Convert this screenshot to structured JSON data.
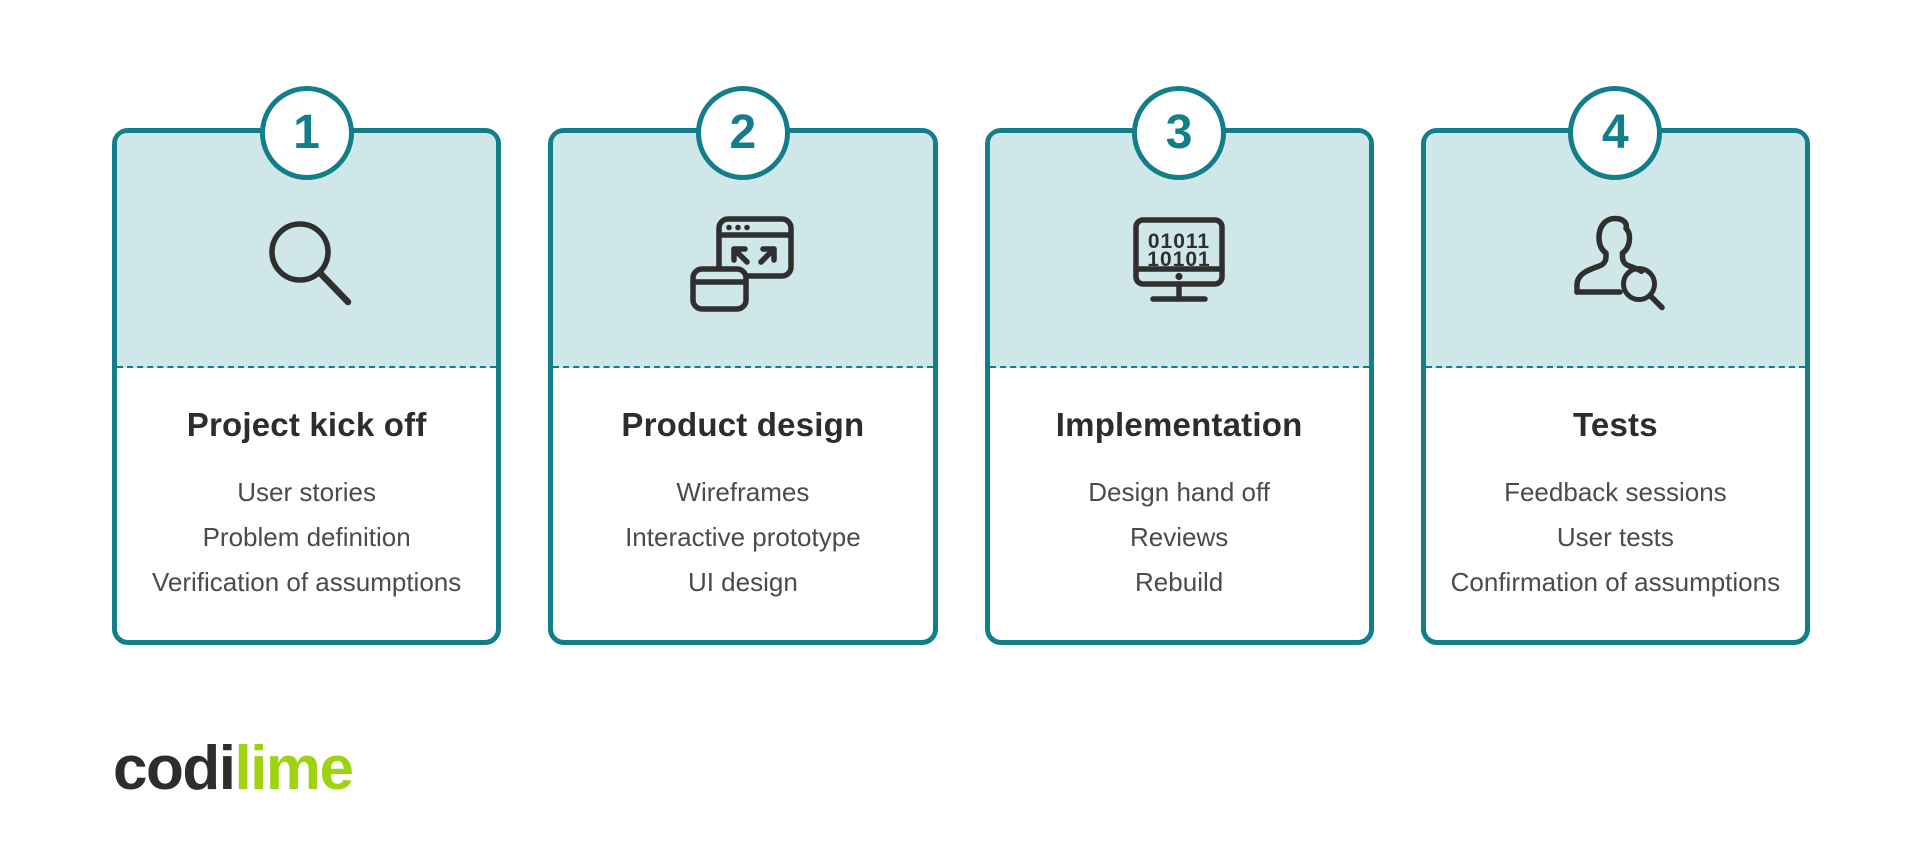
{
  "colors": {
    "teal": "#127e8a",
    "light-teal": "#cfe7e8",
    "icon-dark": "#2f2f2f",
    "title-dark": "#2d2d2d",
    "item-gray": "#4b4b4b",
    "logo-dark": "#2d2d2d",
    "logo-green": "#9fd312"
  },
  "steps": [
    {
      "number": "1",
      "icon": "magnifier-icon",
      "title": "Project kick off",
      "items": [
        "User stories",
        "Problem definition",
        "Verification of assumptions"
      ]
    },
    {
      "number": "2",
      "icon": "prototype-windows-icon",
      "title": "Product design",
      "items": [
        "Wireframes",
        "Interactive prototype",
        "UI design"
      ]
    },
    {
      "number": "3",
      "icon": "binary-monitor-icon",
      "title": "Implementation",
      "items": [
        "Design hand off",
        "Reviews",
        "Rebuild"
      ],
      "monitor_lines": [
        "01011",
        "10101"
      ]
    },
    {
      "number": "4",
      "icon": "user-research-icon",
      "title": "Tests",
      "items": [
        "Feedback sessions",
        "User tests",
        "Confirmation of assumptions"
      ]
    }
  ],
  "logo": {
    "prefix": "codi",
    "suffix": "lime"
  }
}
